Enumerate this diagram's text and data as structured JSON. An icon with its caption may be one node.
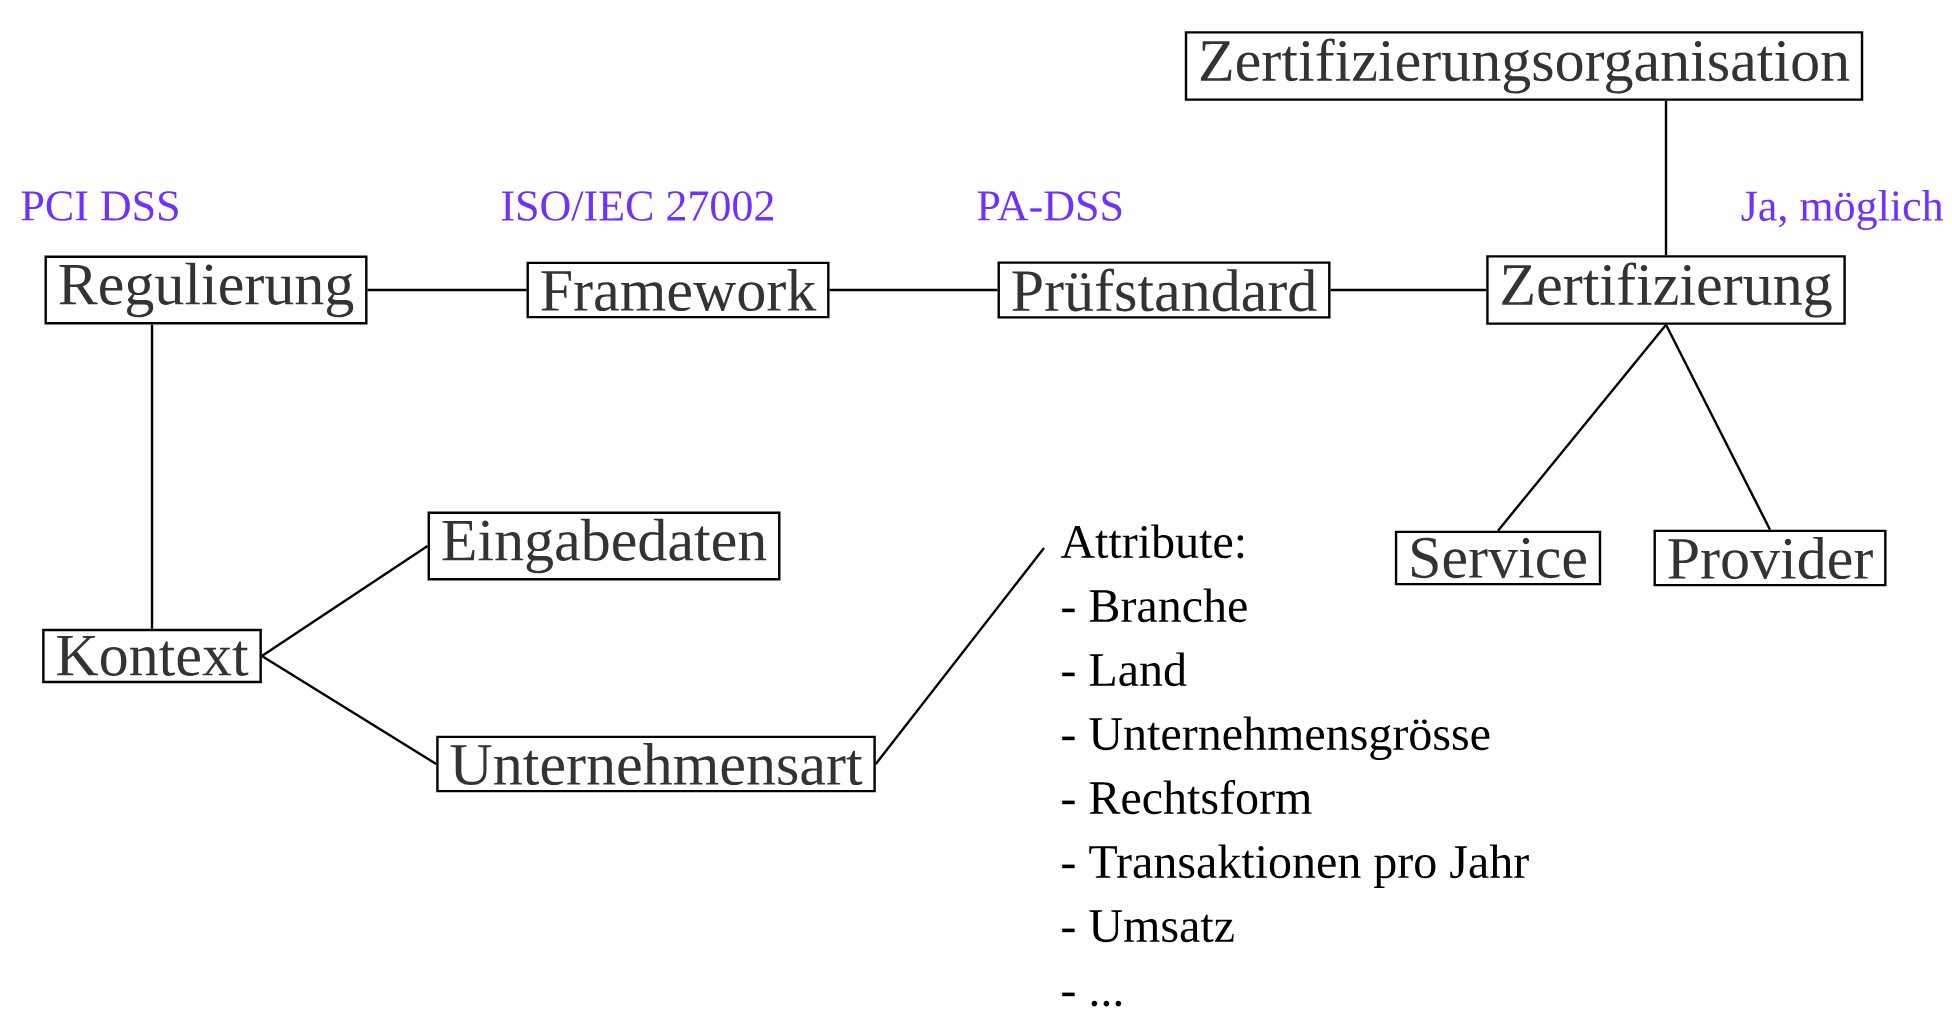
{
  "diagram": {
    "nodes": [
      {
        "text": [
          "Zertifizierungsorganisation"
        ]
      },
      {
        "text": [
          "Regulierung"
        ],
        "beside": [
          "PCI DSS"
        ]
      },
      {
        "text": [
          "Framework"
        ],
        "beside": [
          "ISO/IEC 27002"
        ]
      },
      {
        "text": [
          "Prüfstandard"
        ],
        "beside": [
          "PA-DSS"
        ]
      },
      {
        "text": [
          "Zertifizierung"
        ],
        "beside": [
          "Ja, möglich"
        ]
      },
      {
        "text": [
          "Service"
        ]
      },
      {
        "text": [
          "Provider"
        ]
      },
      {
        "text": [
          "Kontext"
        ]
      },
      {
        "text": [
          "Eingabedaten"
        ]
      },
      {
        "text": [
          "Unternehmensart"
        ]
      },
      {
        "text": [
          "Attribute:",
          "- Branche",
          "- Land",
          "- Unternehmensgrösse",
          "- Rechtsform",
          "- Transaktionen pro Jahr",
          "- Umsatz",
          "- ..."
        ]
      }
    ],
    "edges": [
      {
        "from": 1,
        "to": 2,
        "arrow": "none"
      },
      {
        "from": 2,
        "to": 3,
        "arrow": "none"
      },
      {
        "from": 3,
        "to": 4,
        "arrow": "none"
      },
      {
        "from": 0,
        "to": 4,
        "arrow": "none"
      },
      {
        "from": 4,
        "to": 5,
        "arrow": "none"
      },
      {
        "from": 4,
        "to": 6,
        "arrow": "none"
      },
      {
        "from": 1,
        "to": 7,
        "arrow": "none"
      },
      {
        "from": 7,
        "to": 8,
        "arrow": "none"
      },
      {
        "from": 7,
        "to": 9,
        "arrow": "none"
      },
      {
        "from": 9,
        "to": 10,
        "arrow": "none"
      }
    ]
  }
}
